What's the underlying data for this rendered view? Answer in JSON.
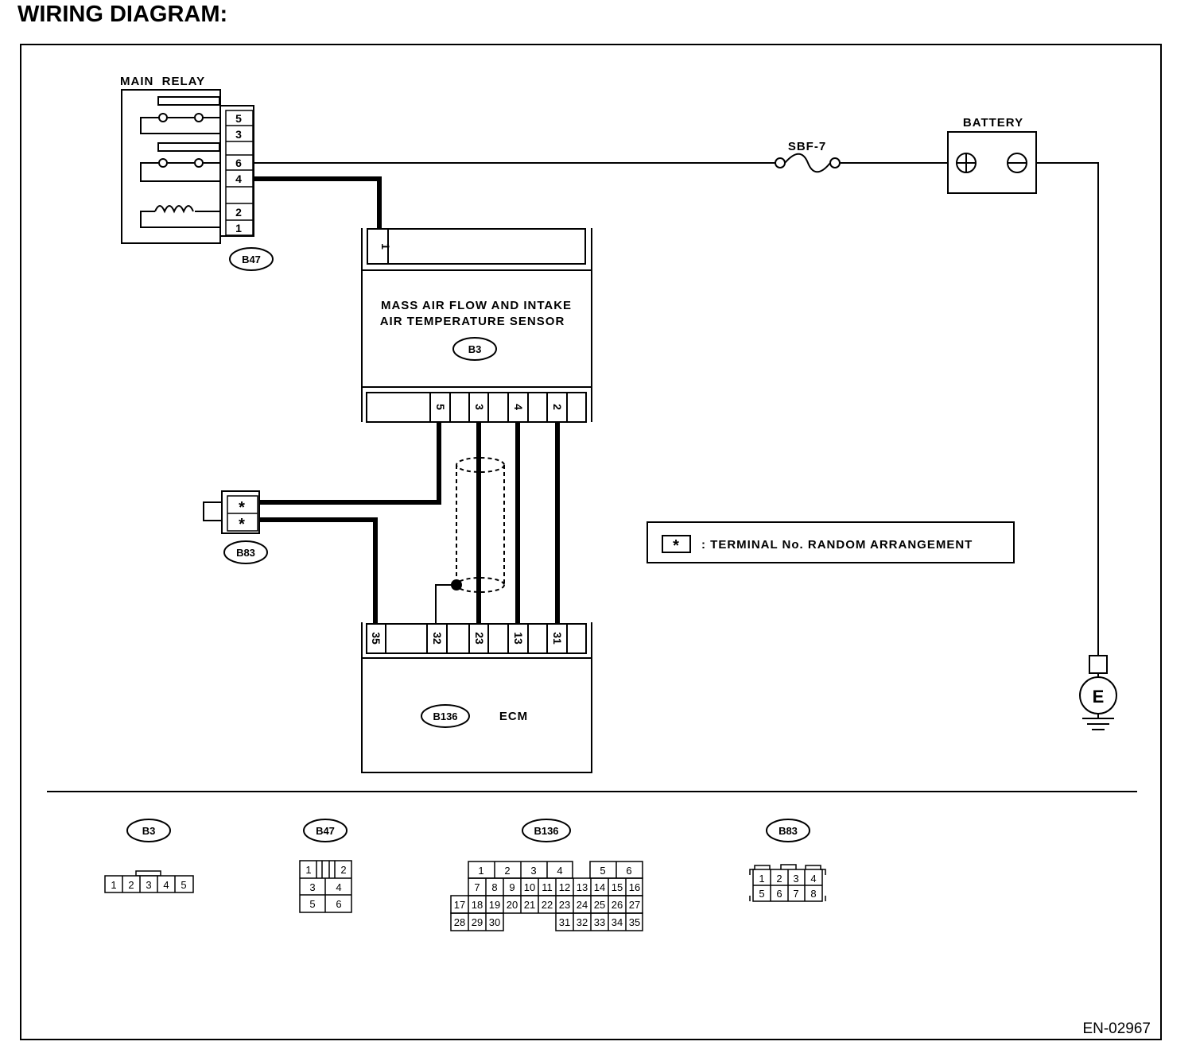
{
  "heading": "WIRING DIAGRAM:",
  "figure_id": "EN-02967",
  "components": {
    "main_relay": {
      "label": "MAIN  RELAY",
      "connector": "B47",
      "terminals": [
        "5",
        "3",
        "6",
        "4",
        "2",
        "1"
      ]
    },
    "maf_sensor": {
      "label_line1": "MASS AIR FLOW AND INTAKE",
      "label_line2": "AIR TEMPERATURE SENSOR",
      "connector": "B3",
      "top_terminal": "1",
      "bottom_terminals": [
        "5",
        "3",
        "4",
        "2"
      ]
    },
    "ecm": {
      "label": "ECM",
      "connector": "B136",
      "terminals": [
        "35",
        "32",
        "23",
        "13",
        "31"
      ]
    },
    "b83_connector": {
      "connector": "B83",
      "terminals": [
        "*",
        "*"
      ]
    },
    "fuse": {
      "label": "SBF-7"
    },
    "battery": {
      "label": "BATTERY",
      "pos_symbol": "⊕",
      "neg_symbol": "⊖"
    },
    "ground": {
      "label": "E"
    }
  },
  "legend": {
    "symbol": "*",
    "text": ": TERMINAL No. RANDOM ARRANGEMENT"
  },
  "connector_views": {
    "b3": {
      "ref": "B3",
      "pins": [
        "1",
        "2",
        "3",
        "4",
        "5"
      ]
    },
    "b47": {
      "ref": "B47",
      "pins": [
        "1",
        "2",
        "3",
        "4",
        "5",
        "6"
      ]
    },
    "b136": {
      "ref": "B136",
      "row1": [
        "1",
        "2",
        "3",
        "4",
        "5",
        "6"
      ],
      "row2": [
        "7",
        "8",
        "9",
        "10",
        "11",
        "12",
        "13",
        "14",
        "15",
        "16"
      ],
      "row3": [
        "17",
        "18",
        "19",
        "20",
        "21",
        "22",
        "23",
        "24",
        "25",
        "26",
        "27"
      ],
      "row4": [
        "28",
        "29",
        "30",
        "31",
        "32",
        "33",
        "34",
        "35"
      ]
    },
    "b83": {
      "ref": "B83",
      "row1": [
        "1",
        "2",
        "3",
        "4"
      ],
      "row2": [
        "5",
        "6",
        "7",
        "8"
      ]
    }
  }
}
